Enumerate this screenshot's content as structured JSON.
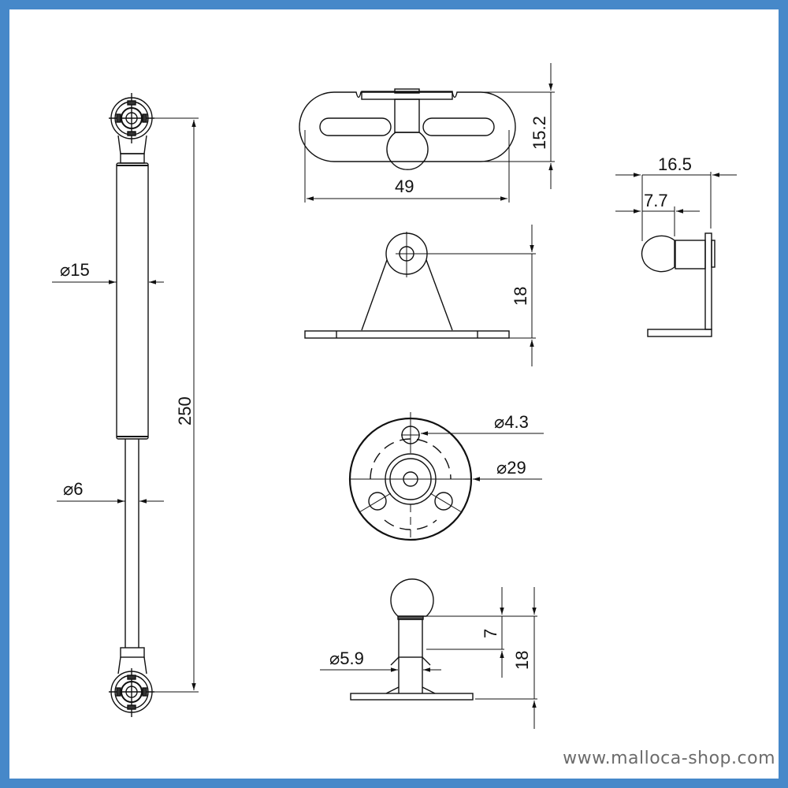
{
  "colors": {
    "border": "#4688c9",
    "background": "#ffffff",
    "line": "#111111",
    "watermark": "#6b6b6b"
  },
  "gas_spring": {
    "length": "250",
    "body_diameter": "⌀15",
    "rod_diameter": "⌀6"
  },
  "bracket_top_view": {
    "width": "49",
    "height": "15.2"
  },
  "bracket_side_view": {
    "height": "18"
  },
  "ball_stud_side_view": {
    "overall": "16.5",
    "ball": "7.7"
  },
  "mount_plate_top_view": {
    "hole_diameter": "⌀4.3",
    "plate_diameter": "⌀29"
  },
  "ball_stud_front_view": {
    "neck_diameter": "⌀5.9",
    "ball_height": "7",
    "total_height": "18"
  },
  "watermark": "www.malloca-shop.com"
}
